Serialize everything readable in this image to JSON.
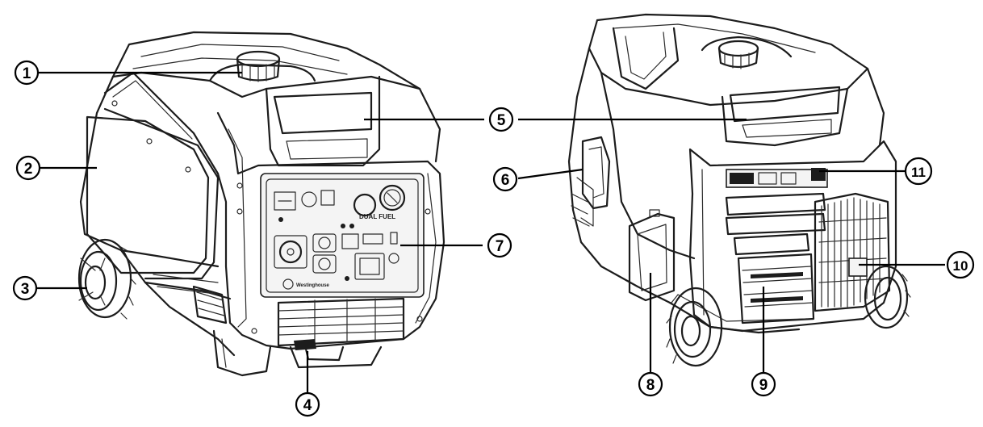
{
  "callouts": [
    {
      "number": "1"
    },
    {
      "number": "2"
    },
    {
      "number": "3"
    },
    {
      "number": "4"
    },
    {
      "number": "5"
    },
    {
      "number": "6"
    },
    {
      "number": "7"
    },
    {
      "number": "8"
    },
    {
      "number": "9"
    },
    {
      "number": "10"
    },
    {
      "number": "11"
    }
  ],
  "front_panel": {
    "fuel_label": "DUAL FUEL",
    "brand_label": "Westinghouse"
  }
}
